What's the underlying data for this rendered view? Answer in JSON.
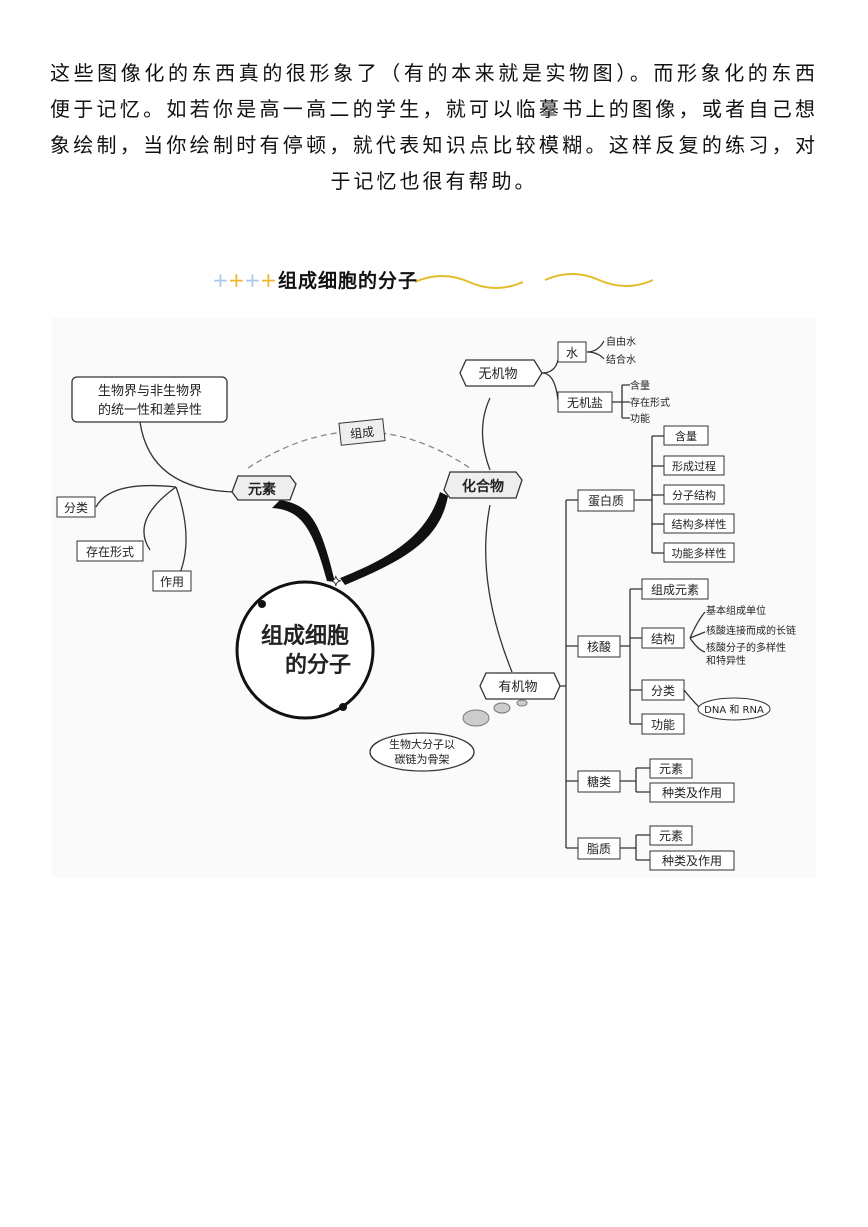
{
  "paragraph": "这些图像化的东西真的很形象了（有的本来就是实物图）。而形象化的东西便于记忆。如若你是高一高二的学生，就可以临摹书上的图像，或者自己想象绘制，当你绘制时有停顿，就代表知识点比较模糊。这样反复的练习，对于记忆也很有帮助。",
  "section_heading": "组成细胞的分子",
  "mindmap": {
    "center": [
      "组成细胞",
      "的分子"
    ],
    "elements": "元素",
    "compounds": "化合物",
    "compose": "组成",
    "unity": [
      "生物界与非生物界",
      "的统一性和差异性"
    ],
    "element_children": [
      "分类",
      "存在形式",
      "作用"
    ],
    "inorganic": "无机物",
    "water": "水",
    "water_children": [
      "自由水",
      "结合水"
    ],
    "salt": "无机盐",
    "salt_children": [
      "含量",
      "存在形式",
      "功能"
    ],
    "organic": "有机物",
    "protein": "蛋白质",
    "protein_children": [
      "含量",
      "形成过程",
      "分子结构",
      "结构多样性",
      "功能多样性"
    ],
    "nucleic": "核酸",
    "nucleic_children": [
      "组成元素",
      "结构",
      "分类",
      "功能"
    ],
    "structure_children": [
      "基本组成单位",
      "核酸连接而成的长链",
      "核酸分子的多样性",
      "和特异性"
    ],
    "classification_child": "DNA 和 RNA",
    "sugar": "糖类",
    "sugar_children": [
      "元素",
      "种类及作用"
    ],
    "lipid": "脂质",
    "lipid_children": [
      "元素",
      "种类及作用"
    ],
    "carbon_note": [
      "生物大分子以",
      "碳链为骨架"
    ]
  }
}
